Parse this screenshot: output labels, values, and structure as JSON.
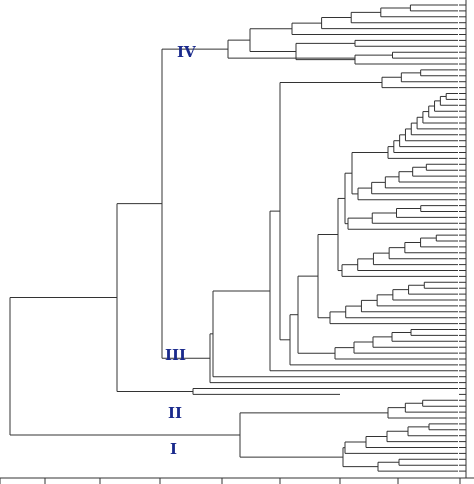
{
  "diagram": {
    "type": "dendrogram",
    "line_color": "#333333",
    "label_color": "#1a2a8c",
    "cluster_labels": [
      "IV",
      "III",
      "II",
      "I"
    ],
    "leaf_count": 80
  }
}
